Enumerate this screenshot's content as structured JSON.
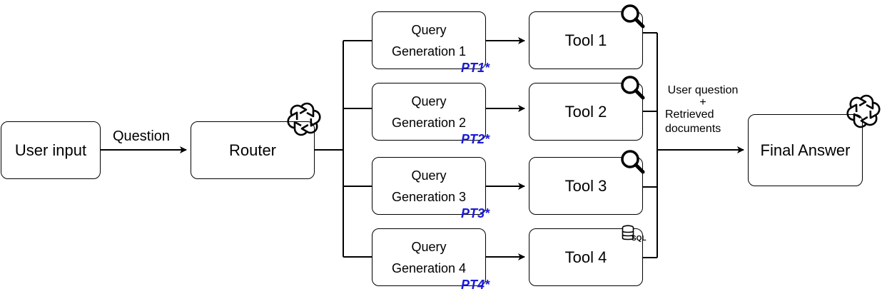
{
  "nodes": {
    "user_input": "User input",
    "router": "Router",
    "final_answer": "Final Answer",
    "query_generations": [
      {
        "line1": "Query",
        "line2": "Generation 1",
        "tag": "PT1*"
      },
      {
        "line1": "Query",
        "line2": "Generation 2",
        "tag": "PT2*"
      },
      {
        "line1": "Query",
        "line2": "Generation 3",
        "tag": "PT3*"
      },
      {
        "line1": "Query",
        "line2": "Generation 4",
        "tag": "PT4*"
      }
    ],
    "tools": [
      {
        "label": "Tool 1",
        "icon": "magnifier-icon"
      },
      {
        "label": "Tool 2",
        "icon": "magnifier-icon"
      },
      {
        "label": "Tool 3",
        "icon": "magnifier-icon"
      },
      {
        "label": "Tool 4",
        "icon": "sql-database-icon",
        "icon_text": "SQL"
      }
    ]
  },
  "edges": {
    "question_label": "Question",
    "aggregate_label": {
      "line1": "User question",
      "line2": "+",
      "line3": "Retrieved",
      "line4": "documents"
    }
  },
  "icons": {
    "llm": "openai-logo-icon"
  },
  "colors": {
    "stroke": "#000000",
    "prompt_tag": "#1a1adb"
  }
}
